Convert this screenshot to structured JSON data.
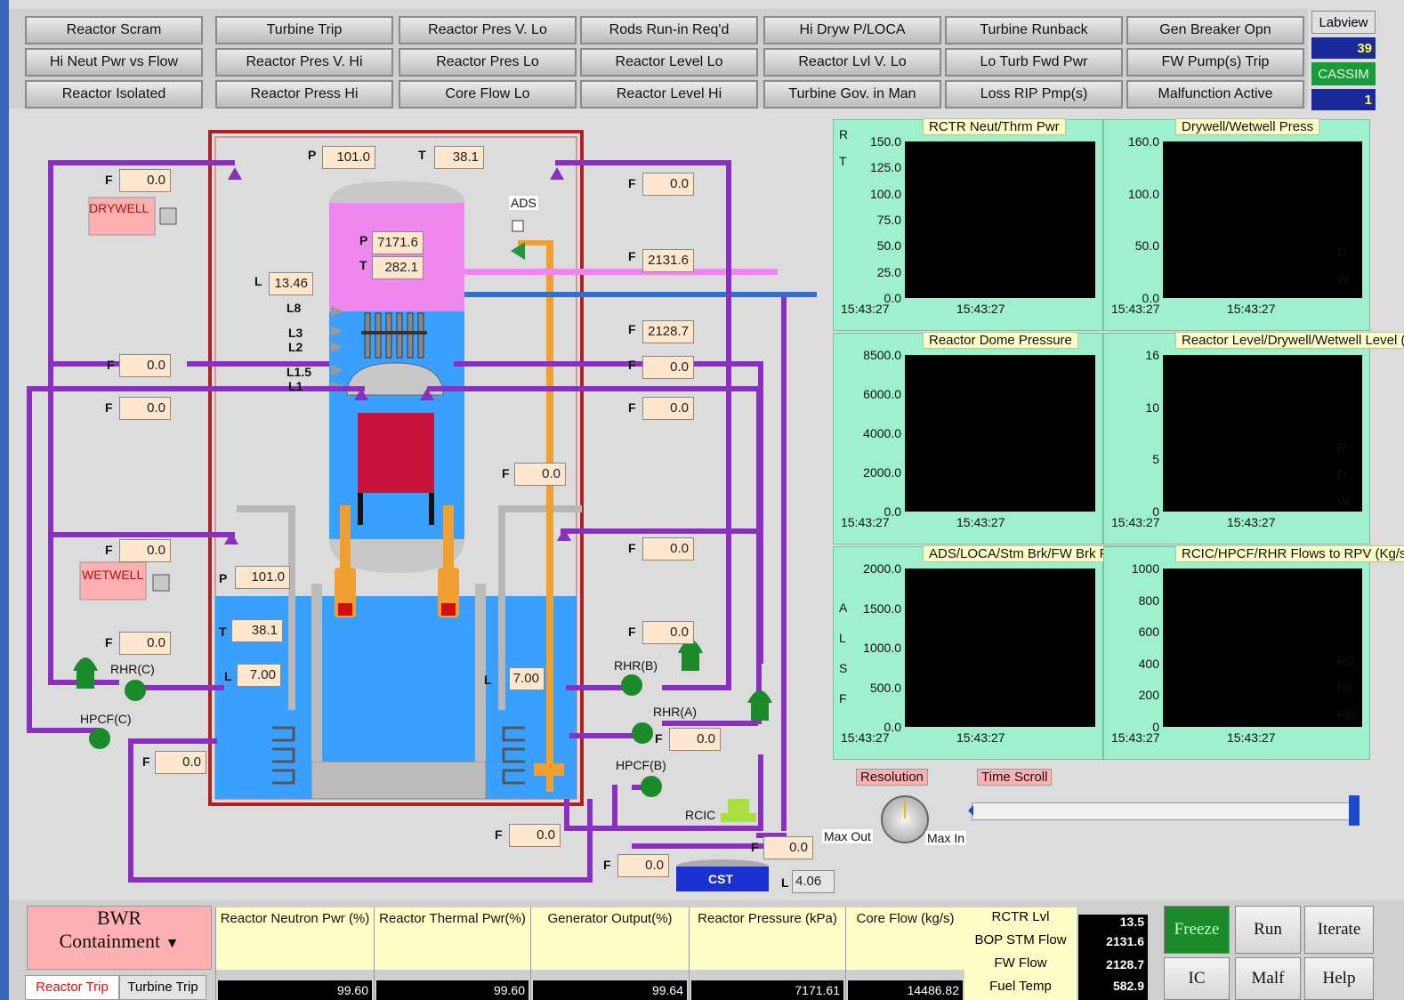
{
  "annunciators": [
    [
      "Reactor Scram",
      "Turbine Trip",
      "Reactor Pres V. Lo",
      "Rods Run-in Req'd",
      "Hi Dryw P/LOCA",
      "Turbine Runback",
      "Gen Breaker Opn"
    ],
    [
      "Hi Neut Pwr vs Flow",
      "Reactor Pres V. Hi",
      "Reactor Pres Lo",
      "Reactor Level Lo",
      "Reactor Lvl V. Lo",
      "Lo Turb Fwd Pwr",
      "FW Pump(s) Trip"
    ],
    [
      "Reactor Isolated",
      "Reactor Press Hi",
      "Core Flow Lo",
      "Reactor Level Hi",
      "Turbine Gov. in Man",
      "Loss RIP Pmp(s)",
      "Malfunction Active"
    ]
  ],
  "status": {
    "labview_label": "Labview",
    "labview_value": "39",
    "cassim_label": "CASSIM",
    "cassim_value": "1"
  },
  "schematic": {
    "containment_pressure": "101.0",
    "containment_temp": "38.1",
    "dome_pressure": "7171.6",
    "dome_temp": "282.1",
    "reactor_level": "13.46",
    "level_marks": [
      "L8",
      "L3",
      "L2",
      "L1.5",
      "L1"
    ],
    "ads_label": "ADS",
    "drywell_label": "DRYWELL",
    "wetwell_label": "WETWELL",
    "wetwell_pressure": "101.0",
    "wetwell_temp": "38.1",
    "wetwell_level_left": "7.00",
    "wetwell_level_right": "7.00",
    "steam_flow": "2131.6",
    "fw_flow": "2128.7",
    "flows_zero": "0.0",
    "pumps": {
      "rhr_c": "RHR(C)",
      "rhr_b": "RHR(B)",
      "rhr_a": "RHR(A)",
      "hpcf_c": "HPCF(C)",
      "hpcf_b": "HPCF(B)",
      "rcic": "RCIC"
    },
    "cst_label": "CST",
    "cst_level": "4.06",
    "f": "F",
    "p": "P",
    "t": "T",
    "l": "L"
  },
  "graphs": [
    {
      "title": "RCTR Neut/Thrm Pwr",
      "ticks": [
        "150.0",
        "125.0",
        "100.0",
        "75.0",
        "50.0",
        "25.0",
        "0.0"
      ],
      "times": [
        "15:43:27",
        "15:43:27"
      ],
      "legend": [
        "R",
        "T"
      ]
    },
    {
      "title": "Drywell/Wetwell Press",
      "ticks": [
        "160.0",
        "100.0",
        "50.0",
        "0.0"
      ],
      "times": [
        "15:43:27",
        "15:43:27"
      ],
      "legend": [
        "D",
        "W"
      ]
    },
    {
      "title": "Reactor Dome Pressure",
      "ticks": [
        "8500.0",
        "6000.0",
        "4000.0",
        "2000.0",
        "0.0"
      ],
      "times": [
        "15:43:27",
        "15:43:27"
      ],
      "legend": []
    },
    {
      "title": "Reactor Level/Drywell/Wetwell Level (m)",
      "ticks": [
        "16",
        "10",
        "5",
        "0"
      ],
      "times": [
        "15:43:27",
        "15:43:27"
      ],
      "legend": [
        "R",
        "D",
        "W"
      ]
    },
    {
      "title": "ADS/LOCA/Stm Brk/FW Brk Flows (Kg/s)",
      "ticks": [
        "2000.0",
        "1500.0",
        "1000.0",
        "500.0",
        "0.0"
      ],
      "times": [
        "15:43:27",
        "15:43:27"
      ],
      "legend": [
        "A",
        "L",
        "S",
        "F"
      ]
    },
    {
      "title": "RCIC/HPCF/RHR Flows to RPV (Kg/s)",
      "ticks": [
        "1000",
        "800",
        "600",
        "400",
        "200",
        "0"
      ],
      "times": [
        "15:43:27",
        "15:43:27"
      ],
      "legend": [
        "RC",
        "HF",
        "RH"
      ]
    }
  ],
  "controls": {
    "resolution": "Resolution",
    "time_scroll": "Time Scroll",
    "max_out": "Max Out",
    "max_in": "Max In"
  },
  "bottom": {
    "title_line1": "BWR",
    "title_line2": "Containment",
    "tab_reactor_trip": "Reactor Trip",
    "tab_turbine_trip": "Turbine Trip",
    "meters": [
      {
        "label": "Reactor Neutron Pwr (%)",
        "value": "99.60"
      },
      {
        "label": "Reactor Thermal Pwr(%)",
        "value": "99.60"
      },
      {
        "label": "Generator Output(%)",
        "value": "99.64"
      },
      {
        "label": "Reactor Pressure (kPa)",
        "value": "7171.61"
      },
      {
        "label": "Core Flow (kg/s)",
        "value": "14486.82"
      }
    ],
    "side_labels": [
      "RCTR Lvl",
      "BOP STM Flow",
      "FW Flow",
      "Fuel Temp"
    ],
    "side_values": [
      "13.5",
      "2131.6",
      "2128.7",
      "582.9"
    ],
    "buttons": {
      "freeze": "Freeze",
      "run": "Run",
      "iterate": "Iterate",
      "ic": "IC",
      "malf": "Malf",
      "help": "Help"
    }
  },
  "colors": {
    "pipe": "#8a2fbf",
    "water": "#3aa0ff",
    "steam": "#ee88ee",
    "panel": "#9ff0cc",
    "freeze": "#1a8a2a"
  }
}
